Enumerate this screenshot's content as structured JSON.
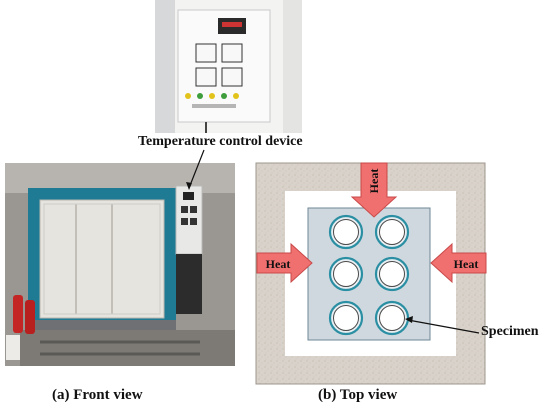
{
  "labels": {
    "temperature_control": "Temperature control device",
    "specimen": "Specimen",
    "heat": "Heat"
  },
  "captions": {
    "front_view": "(a) Front view",
    "top_view": "(b) Top view"
  },
  "top_view": {
    "specimen_rows": 3,
    "specimen_cols": 2,
    "heat_arrows": [
      "top",
      "left",
      "right"
    ]
  },
  "colors": {
    "furnace_wall": "#d8d0c8",
    "chamber": "#ffffff",
    "specimen_tray": "#cfd8de",
    "specimen_ring": "#2b8fa4",
    "heat_arrow": "#f06f6f",
    "cabinet": "#1f7a93"
  }
}
